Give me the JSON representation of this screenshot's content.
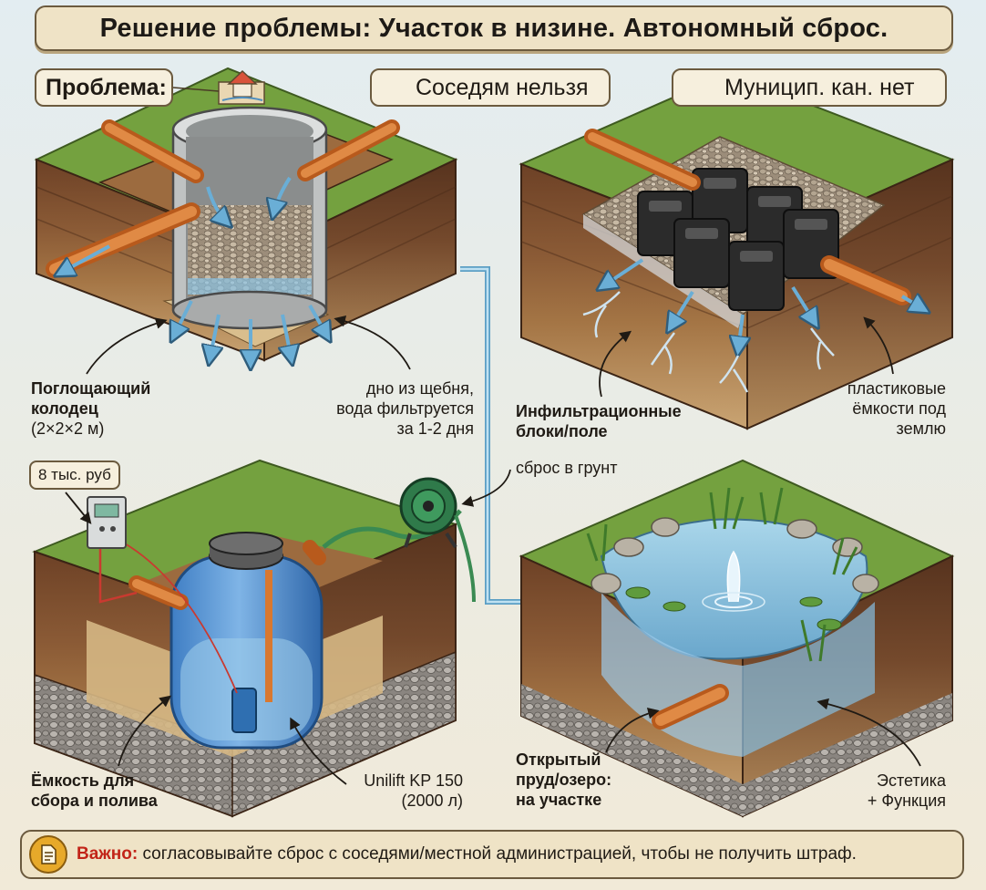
{
  "title": "Решение проблемы: Участок в низине. Автономный сброс.",
  "chips": {
    "problem": "Проблема:",
    "neighbors": "Соседям нельзя",
    "municipal": "Муницип. кан. нет"
  },
  "panels": {
    "well": {
      "name_line1": "Поглощающий",
      "name_line2": "колодец",
      "size": "(2×2×2 м)",
      "note_line1": "дно из щебня,",
      "note_line2": "вода фильтруется",
      "note_line3": "за 1-2 дня"
    },
    "infiltration": {
      "name_line1": "Инфильтрационные",
      "name_line2": "блоки/поле",
      "note_line1": "пластиковые",
      "note_line2": "ёмкости под",
      "note_line3": "землю"
    },
    "tank": {
      "name_line1": "Ёмкость для",
      "name_line2": "сбора и полива",
      "price": "8 тыс. руб",
      "note_line1": "Unilift KP 150",
      "note_line2": "(2000 л)"
    },
    "pond": {
      "name_line1": "Открытый",
      "name_line2": "пруд/озеро:",
      "name_line3": "на участке",
      "note_line1": "Эстетика",
      "note_line2": "+ Функция",
      "discharge": "сброс в грунт"
    }
  },
  "footer": {
    "warn_label": "Важно:",
    "text": "согласовывайте сброс с соседями/местной администрацией, чтобы не получить штраф."
  },
  "colors": {
    "grass": "#6f9a3f",
    "soil": "#8a5a35",
    "pipe": "#d9782f",
    "water": "#7fb6d9",
    "accent_red": "#c22418"
  }
}
